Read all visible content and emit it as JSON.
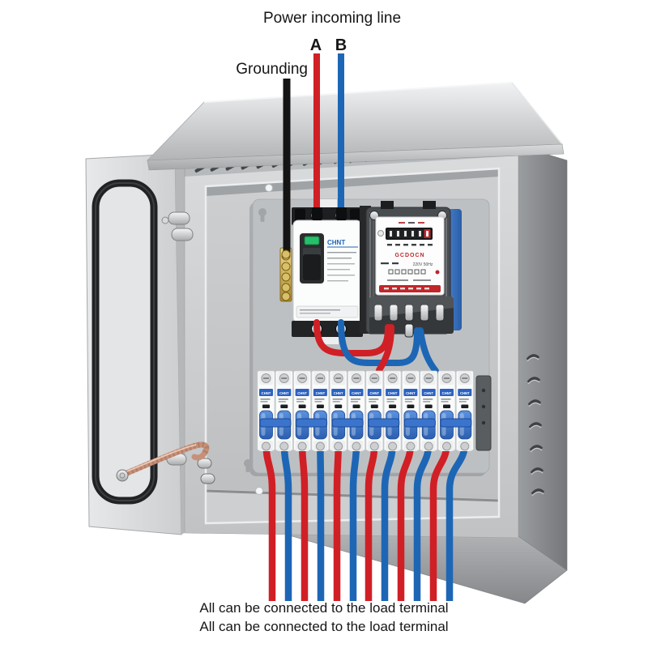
{
  "annotations": {
    "power_incoming_line": "Power incoming line",
    "phase_a_label": "A",
    "phase_b_label": "B",
    "grounding_label": "Grounding",
    "load_terminal_note_line1": "All can be connected to the load terminal",
    "load_terminal_note_line2": "All can be connected to the load terminal"
  },
  "equipment": {
    "main_breaker": {
      "brand": "CHNT"
    },
    "energy_meter": {
      "brand": "GCDOCN",
      "rating": "220V 50Hz"
    },
    "mcb_row": {
      "brand": "CHNT",
      "pole_count": 12,
      "unit_count": 6
    },
    "load_wires": {
      "count": 12,
      "pattern": "alternating red and blue from left, starting red"
    }
  },
  "colors": {
    "phase_a_wire": "#d11f26",
    "phase_b_wire": "#1d66b5",
    "grounding_wire": "#141414",
    "mcb_toggle_blue": "#3a74cc",
    "meter_accent_red": "#c0262a",
    "cabinet_gray": "#c8cacc"
  }
}
